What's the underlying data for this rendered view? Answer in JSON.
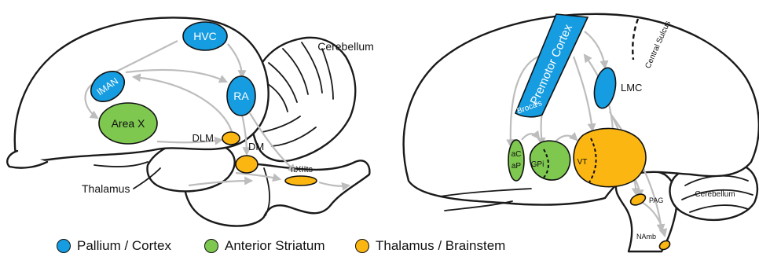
{
  "colors": {
    "pallium": "#169ce0",
    "striatum": "#7ec850",
    "thalamus": "#fbb612",
    "arrow": "#bdbdbd",
    "outline": "#1a1a1a"
  },
  "bird": {
    "regions": {
      "hvc": "HVC",
      "lman": "lMAN",
      "ra": "RA",
      "area_x": "Area X",
      "dlm": "DLM",
      "dm": "DM",
      "nxiits": "nXIIts"
    },
    "labels": {
      "cerebellum": "Cerebellum",
      "thalamus": "Thalamus"
    }
  },
  "human": {
    "regions": {
      "premotor_cortex": "Premotor Cortex",
      "brocas": "Broca's",
      "lmc": "LMC",
      "ac": "aC",
      "ap": "aP",
      "gpi": "GPi",
      "vt": "VT",
      "pag": "PAG",
      "namb": "NAmb"
    },
    "labels": {
      "central_sulcus": "Central Sulcus",
      "cerebellum": "Cerebellum"
    }
  },
  "legend": [
    {
      "label": "Pallium / Cortex",
      "color": "#169ce0"
    },
    {
      "label": "Anterior Striatum",
      "color": "#7ec850"
    },
    {
      "label": "Thalamus / Brainstem",
      "color": "#fbb612"
    }
  ]
}
